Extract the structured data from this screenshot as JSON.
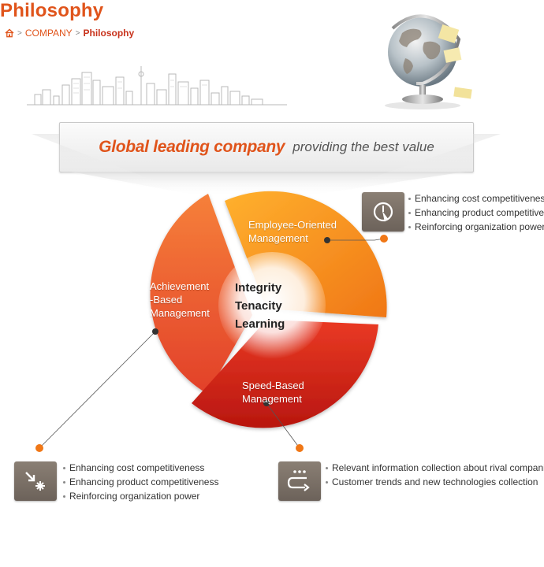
{
  "header": {
    "title": "Philosophy",
    "breadcrumb": {
      "separator": ">",
      "items": [
        "COMPANY",
        "Philosophy"
      ]
    }
  },
  "banner": {
    "main": "Global leading company",
    "sub": "providing  the best value"
  },
  "diagram": {
    "core": [
      "Integrity",
      "Tenacity",
      "Learning"
    ],
    "segments": {
      "employee": [
        "Employee-Oriented",
        "Management"
      ],
      "achievement": [
        "Achievement",
        "-Based",
        "Management"
      ],
      "speed": [
        "Speed-Based",
        "Management"
      ]
    },
    "colors": {
      "orange": "#f7931e",
      "red_orange": "#ef5a24",
      "red": "#d7261e",
      "title": "#e0541b",
      "icon_box": "#7a7068"
    }
  },
  "callouts": {
    "employee": {
      "icon": "clock-cursor-icon",
      "items": [
        "Enhancing cost competitiveness",
        "Enhancing product competitiveness",
        "Reinforcing organization power"
      ]
    },
    "achievement": {
      "icon": "arrow-burst-icon",
      "items": [
        "Enhancing cost competitiveness",
        "Enhancing product competitiveness",
        "Reinforcing organization power"
      ]
    },
    "speed": {
      "icon": "loop-arrow-icon",
      "items": [
        "Relevant information collection about rival companies",
        "Customer trends and new technologies collection"
      ]
    }
  }
}
